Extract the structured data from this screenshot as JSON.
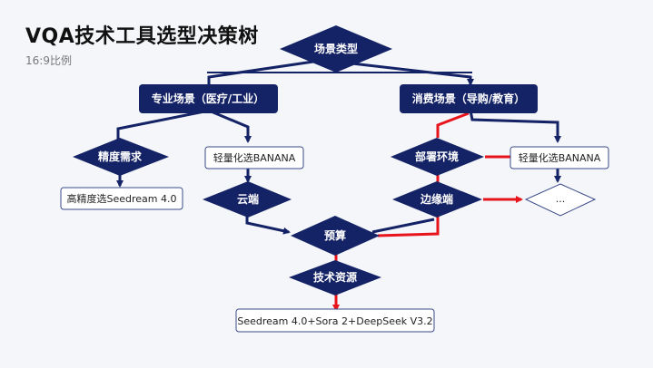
{
  "header": {
    "title": "VQA技术工具选型决策树",
    "subtitle": "16:9比例"
  },
  "colors": {
    "navy": "#142266",
    "red": "#e8141c",
    "box_border": "#3a4a8a"
  },
  "nodes": {
    "scene_type": "场景类型",
    "professional": "专业场景（医疗/工业）",
    "consumer": "消费场景（导购/教育）",
    "precision": "精度需求",
    "high_precision": "高精度选Seedream 4.0",
    "light_left": "轻量化选BANANA",
    "cloud": "云端",
    "deploy_env": "部署环境",
    "light_right": "轻量化选BANANA",
    "edge": "边缘端",
    "ellipsis": "...",
    "budget": "预算",
    "tech_resource": "技术资源",
    "final": "Seedream 4.0+Sora 2+DeepSeek V3.2"
  }
}
